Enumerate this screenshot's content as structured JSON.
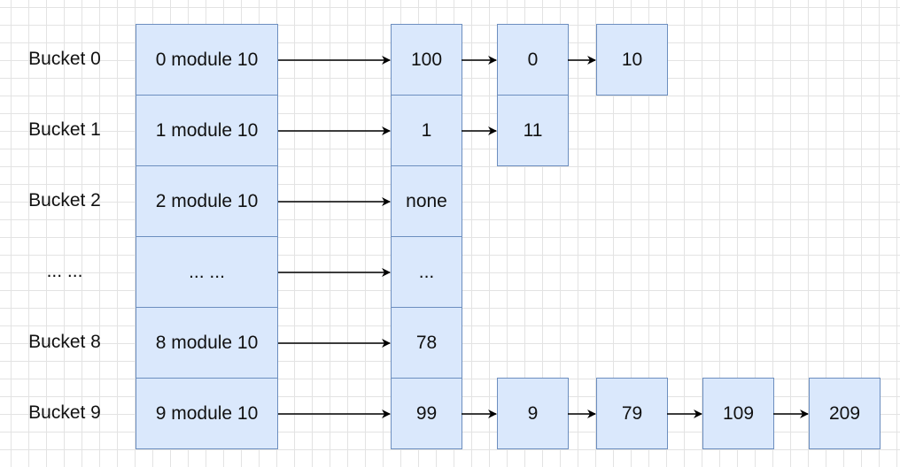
{
  "buckets": [
    {
      "label": "Bucket 0",
      "modulo": "0 module 10",
      "chain": [
        "100",
        "0",
        "10"
      ]
    },
    {
      "label": "Bucket 1",
      "modulo": "1 module 10",
      "chain": [
        "1",
        "11"
      ]
    },
    {
      "label": "Bucket 2",
      "modulo": "2 module 10",
      "chain": [
        "none"
      ]
    },
    {
      "label": "... ...",
      "modulo": "... ...",
      "chain": [
        "..."
      ]
    },
    {
      "label": "Bucket 8",
      "modulo": "8 module 10",
      "chain": [
        "78"
      ]
    },
    {
      "label": "Bucket 9",
      "modulo": "9 module 10",
      "chain": [
        "99",
        "9",
        "79",
        "109",
        "209"
      ]
    }
  ],
  "colors": {
    "node_fill": "#dae8fc",
    "node_border": "#6c8ebf",
    "arrow": "#000000",
    "text": "#111111"
  }
}
